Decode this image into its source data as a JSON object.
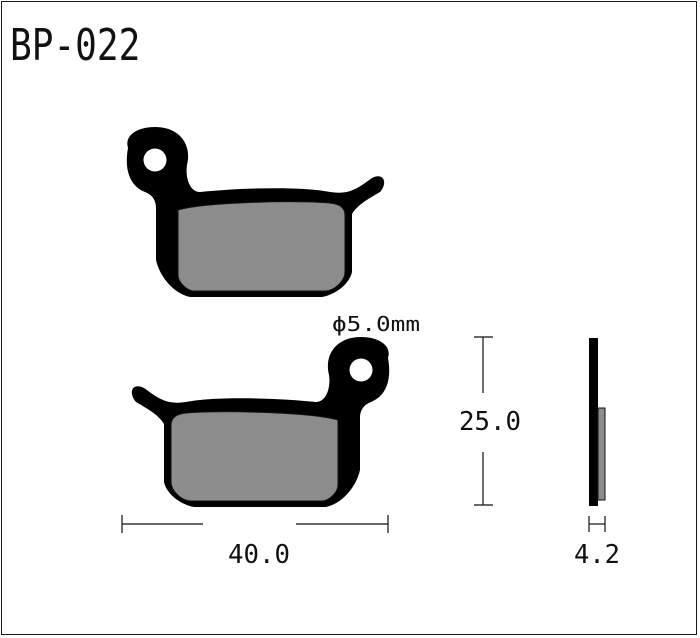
{
  "title": "BP-022",
  "dimensions": {
    "hole_diameter": "ϕ5.0mm",
    "height": "25.0",
    "width": "40.0",
    "thickness": "4.2"
  },
  "colors": {
    "backing_plate": "#000000",
    "friction_material": "#8c8c8c",
    "outline": "#111111"
  }
}
